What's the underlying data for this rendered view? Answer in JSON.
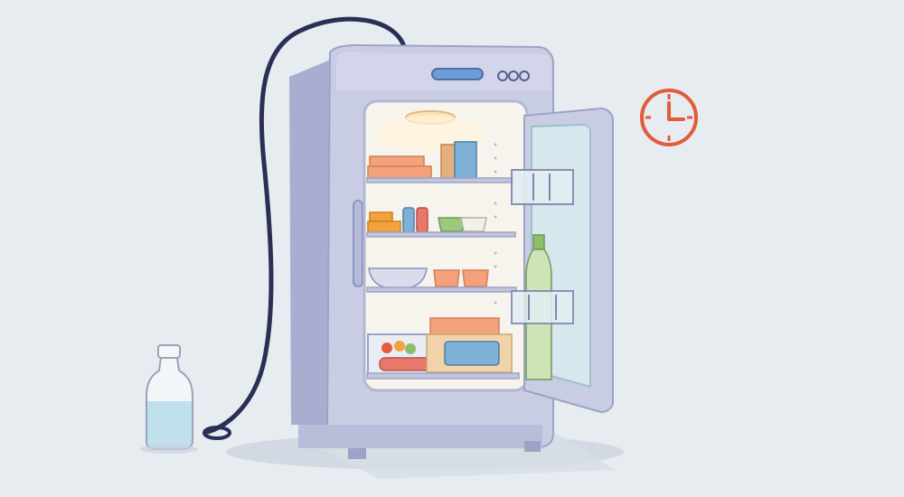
{
  "scene": {
    "subject": "open-mini-fridge",
    "colors": {
      "background": "#e6ecf0",
      "fridge_body": "#c9cde4",
      "fridge_shadow": "#a9aed0",
      "interior": "#f7f4ee",
      "door_glass": "#d6e8ee",
      "cord": "#2b2f55",
      "clock_stroke": "#e45a3c",
      "water": "#bfe0ec"
    },
    "icons": [
      "clock-icon",
      "power-cord",
      "water-bottle",
      "wine-bottle"
    ]
  }
}
